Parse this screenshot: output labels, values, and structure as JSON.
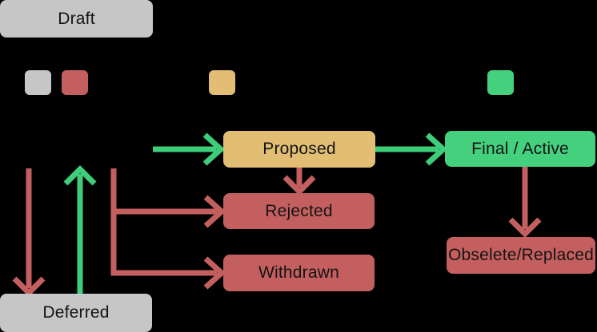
{
  "background": "#000000",
  "colors": {
    "gray": "#c6c6c6",
    "red": "#c45f5f",
    "yellow": "#e2bd74",
    "green": "#45d07e",
    "arrow_green": "#3ecd7b",
    "arrow_red": "#c45f5f",
    "text": "#141414"
  },
  "legend": {
    "swatches": [
      {
        "color_key": "gray"
      },
      {
        "color_key": "red"
      },
      {
        "color_key": "yellow"
      },
      {
        "color_key": "green"
      }
    ]
  },
  "nodes": {
    "draft": {
      "label": "Draft"
    },
    "proposed": {
      "label": "Proposed"
    },
    "final": {
      "label": "Final / Active"
    },
    "rejected": {
      "label": "Rejected"
    },
    "withdrawn": {
      "label": "Withdrawn"
    },
    "deferred": {
      "label": "Deferred"
    },
    "obselete": {
      "label": "Obselete/Replaced"
    }
  },
  "edges": [
    {
      "from": "Draft",
      "to": "Proposed",
      "color": "green"
    },
    {
      "from": "Proposed",
      "to": "Final / Active",
      "color": "green"
    },
    {
      "from": "Proposed",
      "to": "Rejected",
      "color": "red"
    },
    {
      "from": "Draft",
      "to": "Rejected",
      "color": "red"
    },
    {
      "from": "Draft",
      "to": "Withdrawn",
      "color": "red"
    },
    {
      "from": "Draft",
      "to": "Deferred",
      "color": "red"
    },
    {
      "from": "Deferred",
      "to": "Draft",
      "color": "green"
    },
    {
      "from": "Final / Active",
      "to": "Obselete/Replaced",
      "color": "red"
    }
  ]
}
